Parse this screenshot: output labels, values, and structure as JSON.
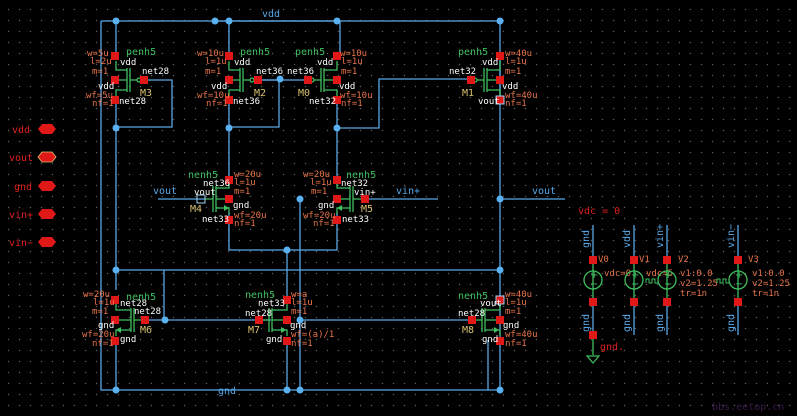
{
  "schematic": {
    "nets": {
      "top": "vdd",
      "bottom": "gnd",
      "left_in": "vout",
      "right_in": "vin+",
      "out": "vout"
    },
    "pins": [
      {
        "label": "vdd"
      },
      {
        "label": "vout"
      },
      {
        "label": "gnd"
      },
      {
        "label": "vin+"
      },
      {
        "label": "vin−"
      }
    ],
    "transistors": {
      "M3": {
        "name": "M3",
        "model": "penh5",
        "w": "w=5u",
        "l": "l=2u",
        "m": "m=1",
        "wf": "wf=5u",
        "nf": "nf=1",
        "d": "vdd",
        "g": "net28",
        "b": "vdd",
        "s": "net28"
      },
      "M2": {
        "name": "M2",
        "model": "penh5",
        "w": "w=10u",
        "l": "l=1u",
        "m": "m=1",
        "wf": "wf=10u",
        "nf": "nf=1",
        "d": "vdd",
        "g": "net36",
        "b": "vdd",
        "s": "net36"
      },
      "M0": {
        "name": "M0",
        "model": "penh5",
        "w": "w=10u",
        "l": "l=1u",
        "m": "m=1",
        "wf": "wf=10u",
        "nf": "nf=1",
        "d": "vdd",
        "g": "net36",
        "b": "vdd",
        "s": "net32"
      },
      "M1": {
        "name": "M1",
        "model": "penh5",
        "w": "w=40u",
        "l": "l=1u",
        "m": "m=1",
        "wf": "wf=40u",
        "nf": "nf=1",
        "d": "vdd",
        "g": "net32",
        "b": "vdd",
        "s": "vout"
      },
      "M4": {
        "name": "M4",
        "model": "nenh5",
        "w": "w=20u",
        "l": "l=1u",
        "m": "m=1",
        "wf": "wf=20u",
        "nf": "nf=1",
        "d": "net36",
        "g": "vout",
        "b": "gnd",
        "s": "net33"
      },
      "M5": {
        "name": "M5",
        "model": "nenh5",
        "w": "w=20u",
        "l": "l=1u",
        "m": "m=1",
        "wf": "wf=20u",
        "nf": "nf=1",
        "d": "net32",
        "g": "vin+",
        "b": "gnd",
        "s": "net33"
      },
      "M6": {
        "name": "M6",
        "model": "nenh5",
        "w": "w=20u",
        "l": "l=1u",
        "m": "m=1",
        "wf": "wf=20u",
        "nf": "nf=1",
        "d": "net28",
        "g": "net28",
        "b": "gnd",
        "s": "gnd"
      },
      "M7": {
        "name": "M7",
        "model": "nenh5",
        "w": "w=a",
        "l": "l=1u",
        "m": "m=1",
        "wf": "wf=(a)/1",
        "nf": "nf=1",
        "d": "net33",
        "g": "net28",
        "b": "gnd",
        "s": "gnd"
      },
      "M8": {
        "name": "M8",
        "model": "nenh5",
        "w": "w=40u",
        "l": "l=1u",
        "m": "m=1",
        "wf": "wf=40u",
        "nf": "nf=1",
        "d": "vout",
        "g": "net28",
        "b": "gnd",
        "s": "gnd"
      }
    },
    "sources": {
      "header": "vdc = 0",
      "V0": {
        "name": "V0",
        "top": "gnd",
        "bottom": "gnd",
        "param": "vdc=0"
      },
      "V1": {
        "name": "V1",
        "top": "vdd",
        "bottom": "gnd",
        "param": "vdc=5"
      },
      "V2": {
        "name": "V2",
        "top": "vin+",
        "bottom": "gnd",
        "p1": "v1:0.0",
        "p2": "v2=1.25",
        "p3": "tr=1n"
      },
      "V3": {
        "name": "V3",
        "top": "vin−",
        "bottom": "gnd",
        "p1": "v1:0.0",
        "p2": "v2=1.25",
        "p3": "tr=1n"
      },
      "ground_label": "gnd."
    },
    "watermark": "bbs.eetop.cn",
    "colors": {
      "wire": "#5aa8e8",
      "pin": "#e01818",
      "symbol": "#3fbf5f",
      "param": "#e8744a",
      "instance": "#d8c070"
    }
  }
}
